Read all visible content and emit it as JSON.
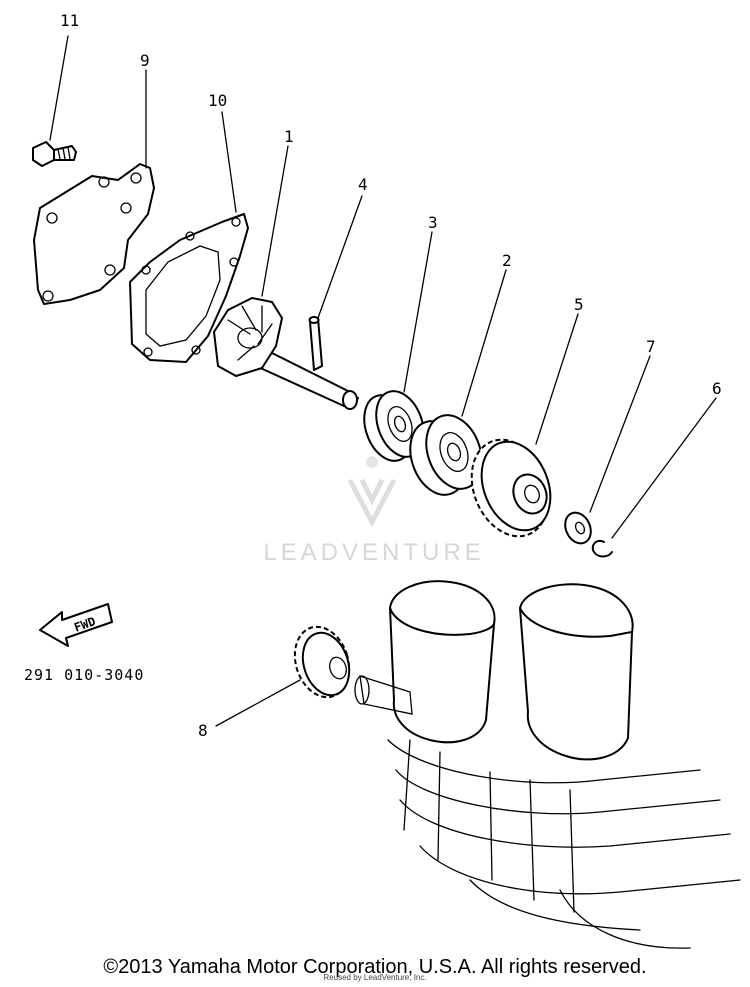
{
  "callouts": {
    "c1": "1",
    "c2": "2",
    "c3": "3",
    "c4": "4",
    "c5": "5",
    "c6": "6",
    "c7": "7",
    "c8": "8",
    "c9": "9",
    "c10": "10",
    "c11": "11"
  },
  "fwd_label": "FWD",
  "part_number": "291 010-3040",
  "watermark": "LEADVENTURE",
  "copyright": "©2013 Yamaha Motor Corporation, U.S.A. All rights reserved.",
  "reused_notice": "Reused by LeadVenture, Inc."
}
